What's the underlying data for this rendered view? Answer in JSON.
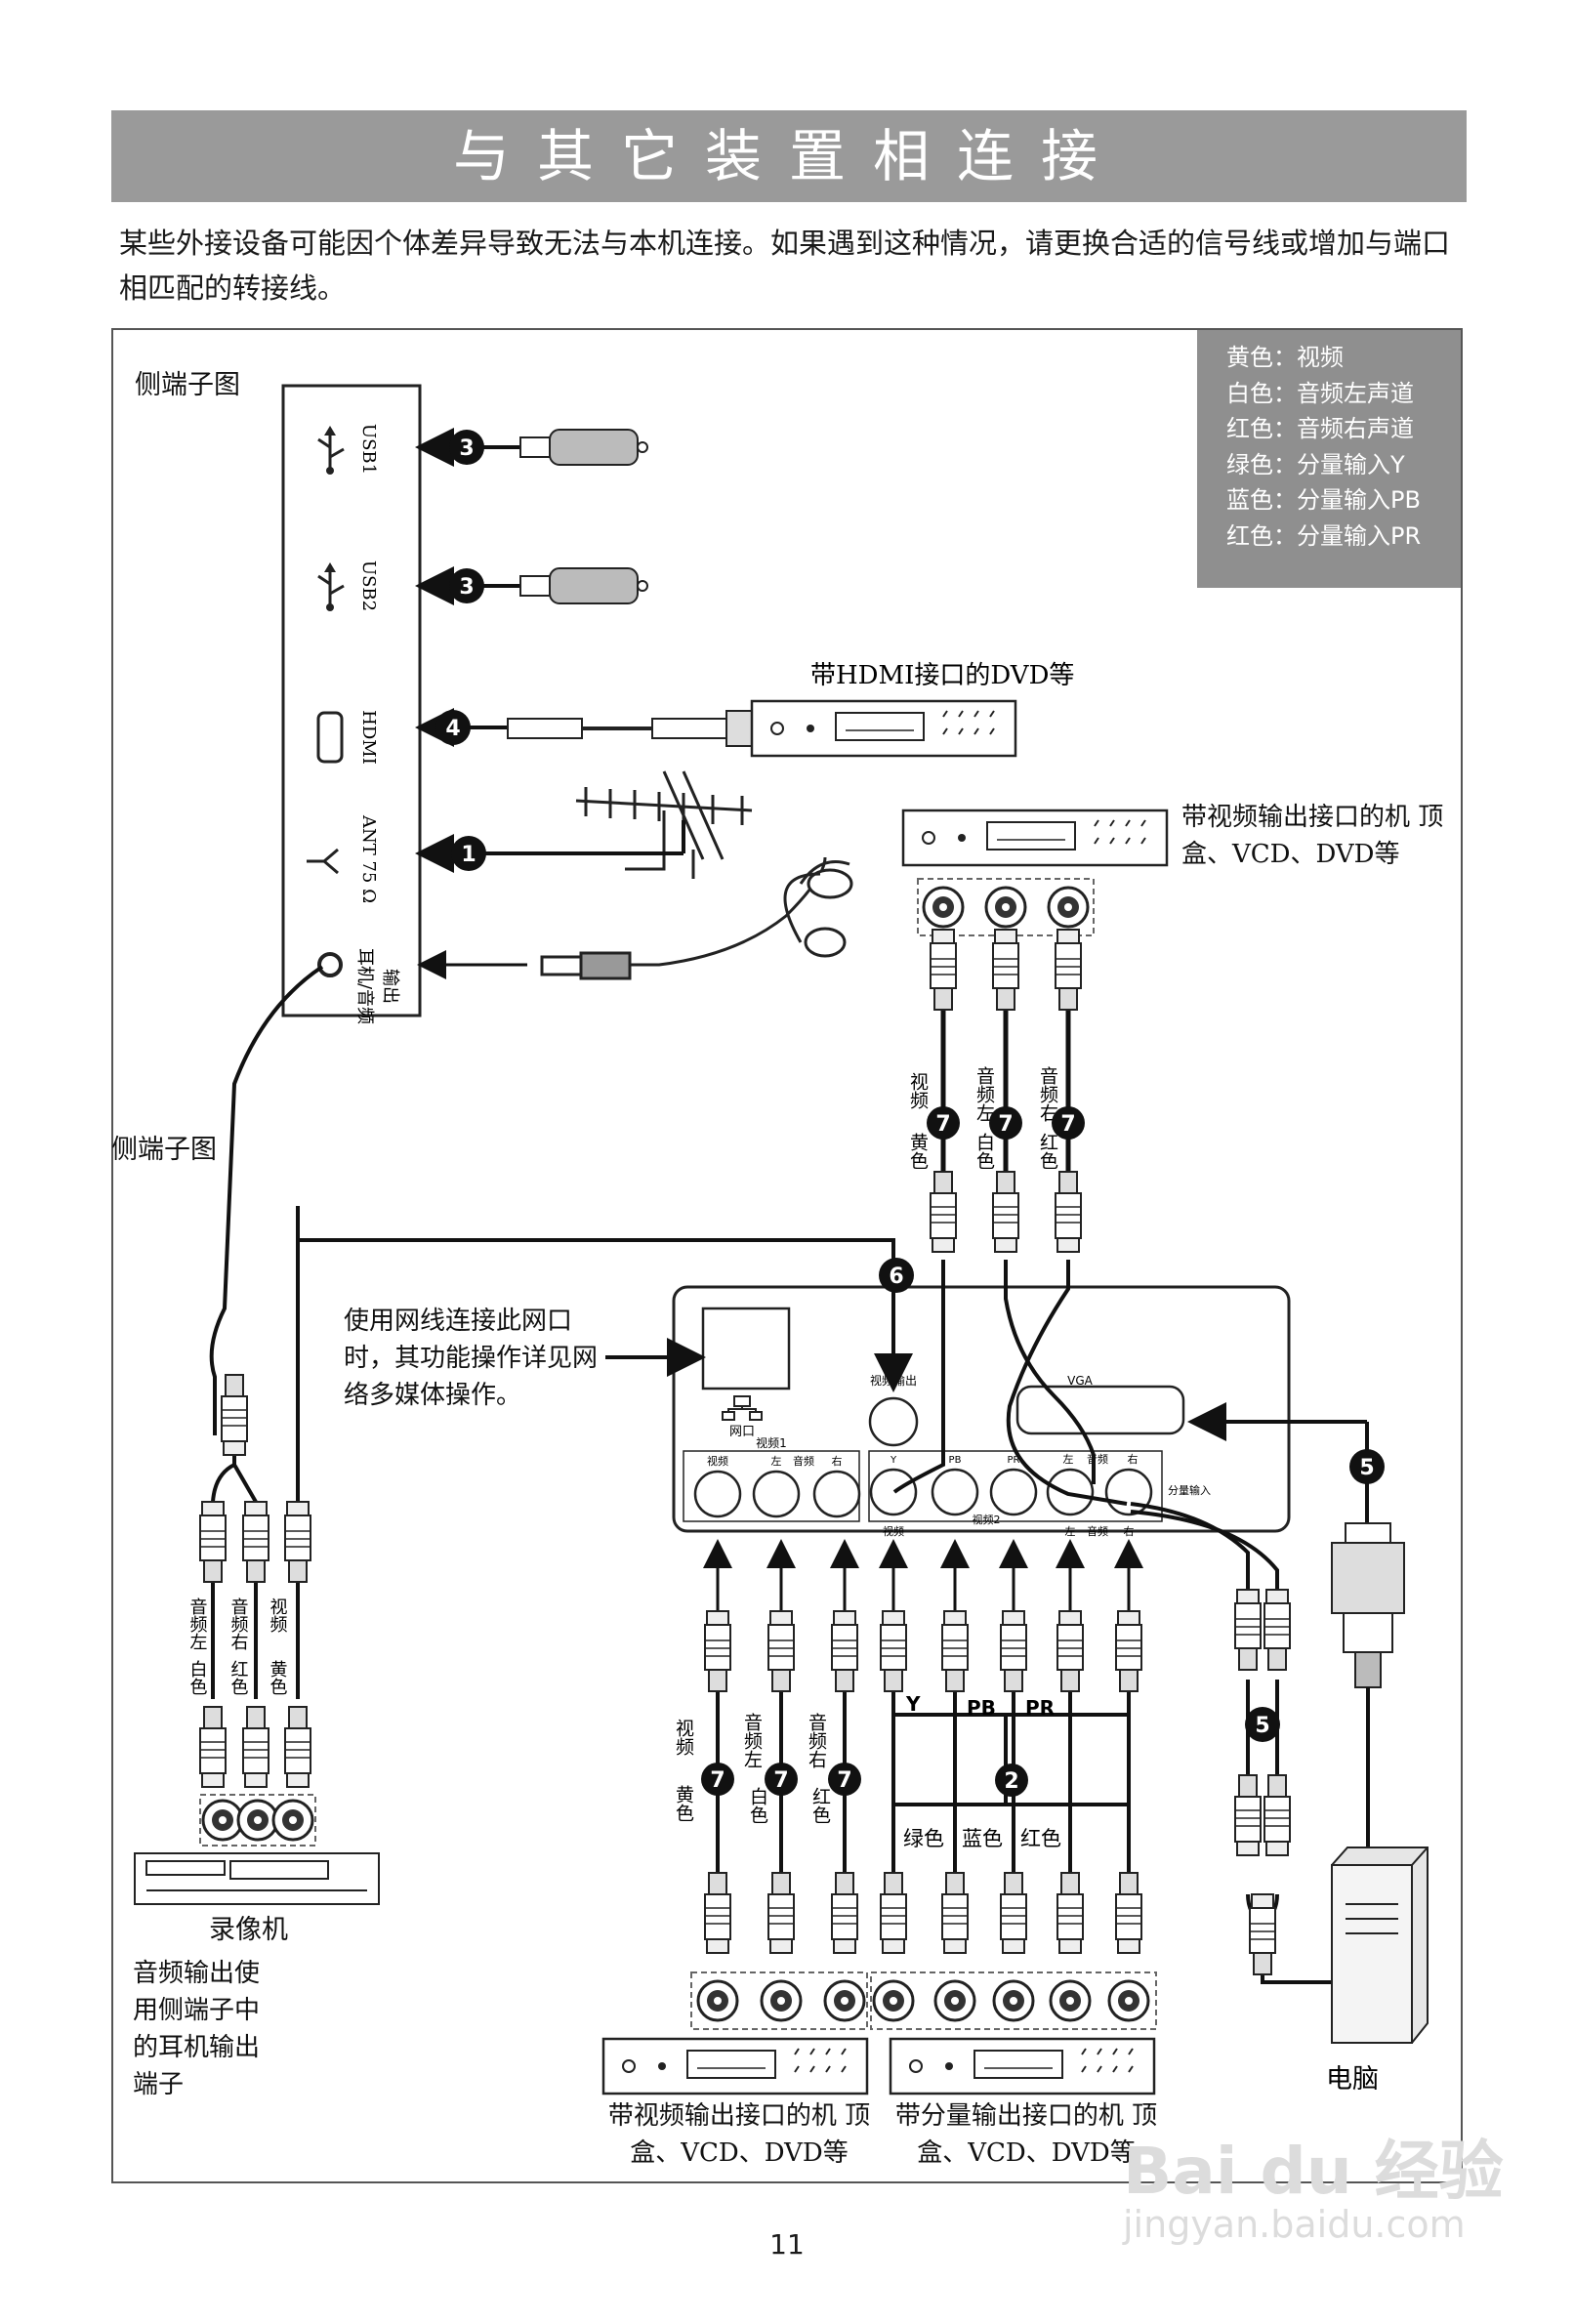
{
  "title": "与其它装置相连接",
  "intro": "某些外接设备可能因个体差异导致无法与本机连接。如果遇到这种情况，请更换合适的信号线或增加与端口相匹配的转接线。",
  "legend": [
    "黄色：视频",
    "白色：音频左声道",
    "红色：音频右声道",
    "绿色：分量输入Y",
    "蓝色：分量输入PB",
    "红色：分量输入PR"
  ],
  "side_panel": {
    "title": "侧端子图",
    "ports": [
      "USB1",
      "USB2",
      "HDMI",
      "ANT 75 Ω",
      "耳机/音频 输出"
    ]
  },
  "side_panel_title_2": "侧端子图",
  "devices": {
    "hdmi_dvd": "带HDMI接口的DVD等",
    "video_box_top": "带视频输出接口的机 顶盒、VCD、DVD等",
    "vcr": "录像机",
    "video_box_bottom": "带视频输出接口的机 顶盒、VCD、DVD等",
    "component_box_bottom": "带分量输出接口的机 顶盒、VCD、DVD等",
    "pc": "电脑"
  },
  "notes": {
    "network": "使用网线连接此网口时，其功能操作详见网络多媒体操作。",
    "vcr_audio": "音频输出使用侧端子中的耳机输出端子"
  },
  "rear_panel": {
    "network_port": "网口",
    "video_out": "视频输出",
    "vga": "VGA",
    "video1": "视频1",
    "video1_ports": [
      "视频",
      "左",
      "音频",
      "右"
    ],
    "video2": "视频2",
    "component_labels": [
      "Y",
      "PB",
      "PR"
    ],
    "audio_labels": [
      "左",
      "音频",
      "右"
    ],
    "bottom_labels": [
      "视频",
      "左",
      "音频",
      "右"
    ],
    "component_in": "分量输入"
  },
  "cable_labels": {
    "video_yellow": "视频 黄色",
    "audio_left_white": "音频左 白色",
    "audio_right_red": "音频右 红色",
    "vcr_cables": [
      "音频左 白色",
      "音频右 红色",
      "视频 黄色"
    ],
    "component_letters": [
      "Y",
      "PB",
      "PR"
    ],
    "component_colors": [
      "绿色",
      "蓝色",
      "红色"
    ]
  },
  "badges": [
    "3",
    "3",
    "4",
    "1",
    "7",
    "7",
    "7",
    "6",
    "5",
    "5",
    "7",
    "7",
    "7",
    "2"
  ],
  "page_number": "11",
  "watermark": [
    "Bai du 经验",
    "jingyan.baidu.com"
  ]
}
